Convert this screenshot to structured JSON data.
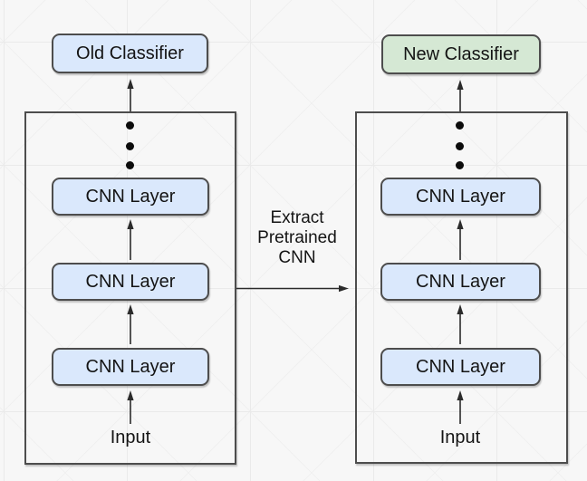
{
  "canvas": {
    "background_color": "#f7f7f7",
    "grid_line_color": "#eaeaea",
    "grid_diagonal_color": "#f0f0f0"
  },
  "palette": {
    "blue_fill": "#dae8fc",
    "green_fill": "#d5e8d4",
    "shape_border": "#4d4d4d",
    "text_color": "#141414",
    "arrow_color": "#2b2b2b"
  },
  "left_network": {
    "classifier_label": "Old Classifier",
    "layers": [
      "CNN Layer",
      "CNN Layer",
      "CNN Layer"
    ],
    "input_label": "Input"
  },
  "right_network": {
    "classifier_label": "New Classifier",
    "layers": [
      "CNN Layer",
      "CNN Layer",
      "CNN Layer"
    ],
    "input_label": "Input"
  },
  "transfer_arrow": {
    "label_lines": [
      "Extract",
      "Pretrained",
      "CNN"
    ]
  }
}
